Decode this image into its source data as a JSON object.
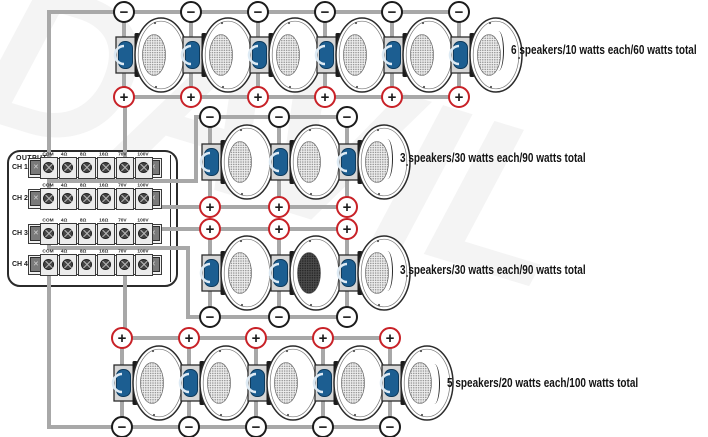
{
  "watermark_text": "DAVIL",
  "panel": {
    "title": "OUTPUTS",
    "channels": [
      {
        "label": "CH 1"
      },
      {
        "label": "CH 2"
      },
      {
        "label": "CH 3"
      },
      {
        "label": "CH 4"
      }
    ],
    "terminal_labels": [
      "COM",
      "4Ω",
      "8Ω",
      "16Ω",
      "70V",
      "100V"
    ]
  },
  "rows": [
    {
      "label": "6 speakers/10 watts each/60 watts total",
      "speaker_count": 6,
      "top_polarity": "minus",
      "bottom_polarity": "plus",
      "dark_speaker_index": -1
    },
    {
      "label": "3 speakers/30 watts each/90 watts total",
      "speaker_count": 3,
      "top_polarity": "minus",
      "bottom_polarity": "plus",
      "dark_speaker_index": -1
    },
    {
      "label": "3 speakers/30 watts each/90 watts total",
      "speaker_count": 3,
      "top_polarity": "plus",
      "bottom_polarity": "minus",
      "dark_speaker_index": 1
    },
    {
      "label": "5 speakers/20 watts each/100 watts total",
      "speaker_count": 5,
      "top_polarity": "plus",
      "bottom_polarity": "minus",
      "dark_speaker_index": -1
    }
  ],
  "symbols": {
    "plus": "+",
    "minus": "−"
  },
  "colors": {
    "wire": "#a8a8a8",
    "plus_ring": "#c82127",
    "minus_ring": "#1b1b1b",
    "speaker_blue": "#1c5e91",
    "text": "#141414"
  }
}
